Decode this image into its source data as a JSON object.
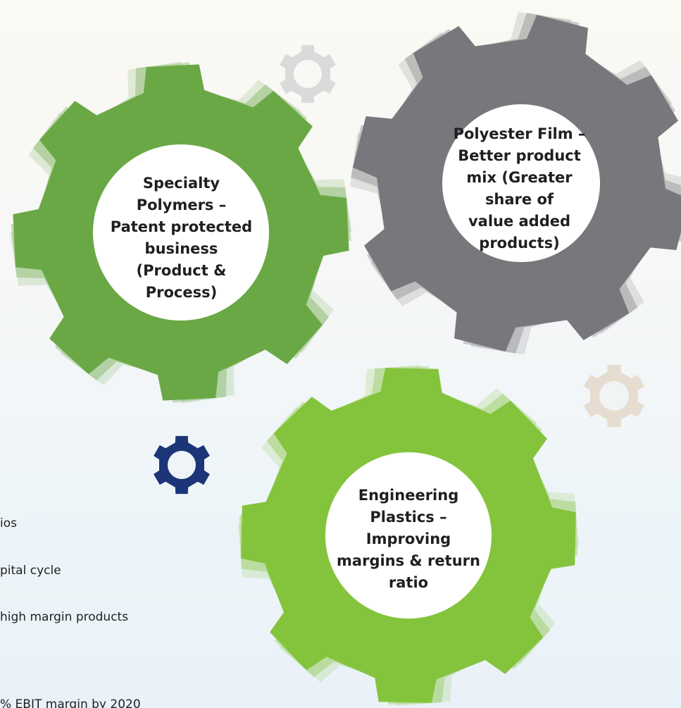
{
  "colors": {
    "specialty_gear": "#6aa846",
    "film_gear": "#77777c",
    "engineering_gear": "#84c43c",
    "accent_navy": "#1b3577",
    "accent_beige": "#e6dccf",
    "accent_grey": "#dadada",
    "gear_center": "#ffffff"
  },
  "gears": {
    "specialty": {
      "label": "Specialty Polymers – Patent protected business (Product & Process)",
      "lines": [
        "Specialty",
        "Polymers –",
        "Patent protected",
        "business",
        "(Product &",
        "Process)"
      ]
    },
    "film": {
      "label": "Polyester Film – Better product mix (Greater share of value added products)",
      "lines": [
        "Polyester Film –",
        "Better product",
        "mix (Greater",
        "share of",
        "value added",
        "products)"
      ]
    },
    "engineering": {
      "label": "Engineering Plastics – Improving margins & return ratio",
      "lines": [
        "Engineering",
        "Plastics –",
        "Improving",
        "margins & return",
        "ratio"
      ]
    }
  },
  "decorative_icons": [
    "gear-icon-grey",
    "gear-icon-beige",
    "gear-icon-navy"
  ],
  "left_text": {
    "line1": "ios",
    "line2": "pital cycle",
    "line3": "high margin products",
    "line4": "% EBIT margin by 2020"
  }
}
